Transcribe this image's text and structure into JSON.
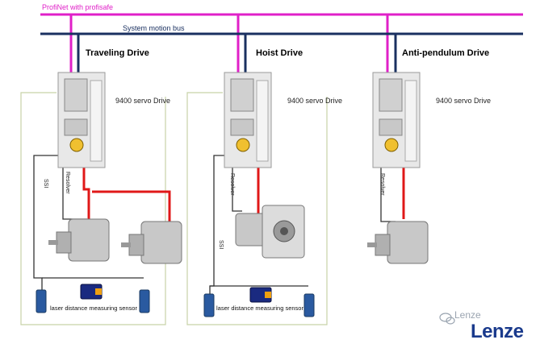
{
  "buses": {
    "profinet_label": "ProfiNet with profisafe",
    "motion_label": "System motion bus",
    "profinet_color": "#e020c8",
    "motion_color": "#1a3060"
  },
  "drives": [
    {
      "title": "Traveling Drive",
      "subtitle": "9400 servo Drive",
      "resolver": "Resolver",
      "ssi": "SSI",
      "sensor_text": "laser distance measuring  sensor"
    },
    {
      "title": "Hoist Drive",
      "subtitle": "9400 servo Drive",
      "resolver": "Resolver",
      "ssi": "SSI",
      "sensor_text": "laser distance measuring  sensor"
    },
    {
      "title": "Anti-pendulum Drive",
      "subtitle": "9400 servo Drive",
      "resolver": "Resolver"
    }
  ],
  "watermark": {
    "small": "Lenze",
    "big": "Lenze"
  },
  "colors": {
    "power_cable": "#e01818",
    "signal_cable": "#333333",
    "ssi_cable": "#c8d2a8"
  }
}
